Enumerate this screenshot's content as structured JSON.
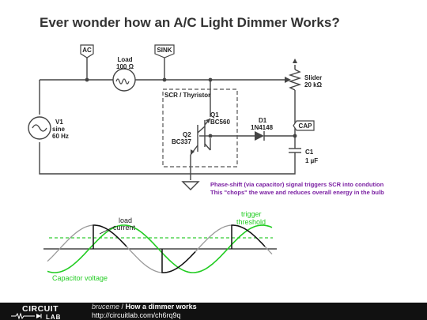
{
  "title": "Ever wonder how an A/C Light Dimmer Works?",
  "labels": {
    "ac": "AC",
    "sink": "SINK",
    "cap": "CAP",
    "load_name": "Load",
    "load_value": "100 Ω",
    "scr_box": "SCR / Thyristor",
    "q1_name": "Q1",
    "q1_part": "BC560",
    "q2_name": "Q2",
    "q2_part": "BC337",
    "d1_name": "D1",
    "d1_part": "1N4148",
    "slider_name": "Slider",
    "slider_value": "20 kΩ",
    "v1_name": "V1",
    "v1_type": "sine",
    "v1_freq": "60 Hz",
    "c1_name": "C1",
    "c1_value": "1 µF"
  },
  "note": {
    "line1": "Phase-shift (via capacitor) signal triggers SCR into condution",
    "line2": "This \"chops\" the wave and reduces overall energy in the bulb",
    "color": "#7a1fa2"
  },
  "waveform": {
    "load_label_1": "load",
    "load_label_2": "current",
    "trigger_label_1": "trigger",
    "trigger_label_2": "threshold",
    "cap_label": "Capacitor voltage",
    "load_color": "#999999",
    "cap_color": "#22cc22",
    "chop_color": "#111111"
  },
  "footer": {
    "logo_top": "CIRCUIT",
    "logo_bottom": "LAB",
    "user": "bruceme",
    "separator": "/",
    "project": "How a dimmer works",
    "url": "http://circuitlab.com/ch6rq9q"
  }
}
